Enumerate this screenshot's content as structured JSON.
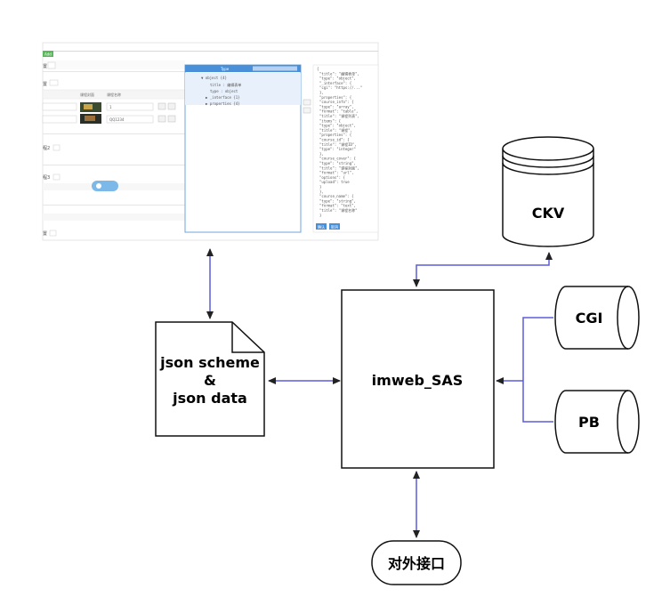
{
  "diagram": {
    "nodes": {
      "ckv": {
        "label": "CKV"
      },
      "cgi": {
        "label": "CGI"
      },
      "pb": {
        "label": "PB"
      },
      "sas": {
        "label": "imweb_SAS"
      },
      "doc": {
        "line1": "json scheme",
        "line2": "&",
        "line3": "json data"
      },
      "api": {
        "label": "对外接口"
      }
    },
    "edge_color": "#5b5bdc"
  },
  "screenshot": {
    "toolbar_badge": "Add",
    "header_col1": "课程封面",
    "header_col2": "课程名称",
    "tree_header": "Type",
    "tree_lines": [
      "▼ object {4}",
      "title : 编辑表单",
      "type : object",
      "▶ _interface {1}",
      "▶ properties {4}"
    ],
    "code_lines": [
      "{",
      "\"title\": \"编辑表单\",",
      "\"type\": \"object\",",
      "\"_interface\": {",
      "\"cgi\": \"https://...\"",
      "},",
      "\"properties\": {",
      "\"course_info\": {",
      "\"type\": \"array\",",
      "\"format\": \"table\",",
      "\"title\": \"课程列表\",",
      "\"items\": {",
      "\"type\": \"object\",",
      "\"title\": \"课程\",",
      "\"properties\": {",
      "\"course_id\": {",
      "\"title\": \"课程ID\",",
      "\"type\": \"integer\"",
      "},",
      "\"course_cover\": {",
      "\"type\": \"string\",",
      "\"title\": \"课程封面\",",
      "\"format\": \"url\",",
      "\"options\": {",
      "\"upload\": true",
      "}",
      "},",
      "\"course_name\": {",
      "\"type\": \"string\",",
      "\"format\": \"text\",",
      "\"title\": \"课程名称\"",
      "}"
    ],
    "btn_ok": "确认",
    "btn_cancel": "取消",
    "row_input1": "1",
    "row_input2": "QQ1234",
    "section_labels": [
      "置",
      "程2",
      "程3",
      "置"
    ]
  }
}
